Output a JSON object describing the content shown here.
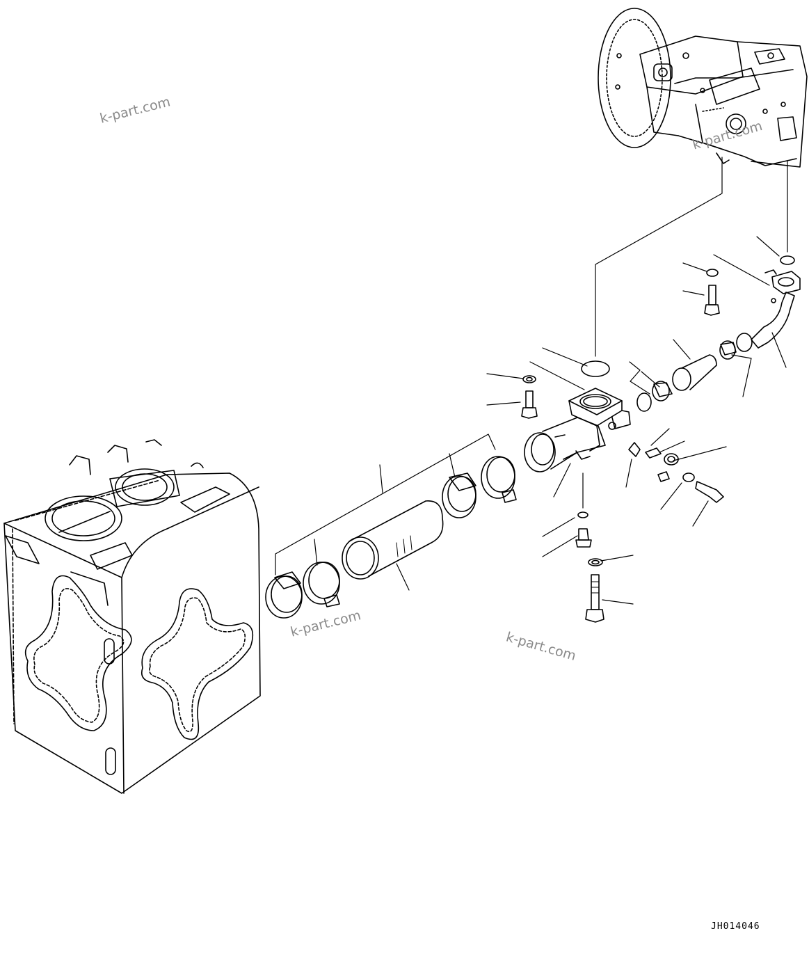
{
  "watermarks": [
    {
      "text": "k-part.com"
    },
    {
      "text": "k-part.com"
    },
    {
      "text": "k-part.com"
    },
    {
      "text": "k-part.com"
    }
  ],
  "drawing_code": "JH014046"
}
